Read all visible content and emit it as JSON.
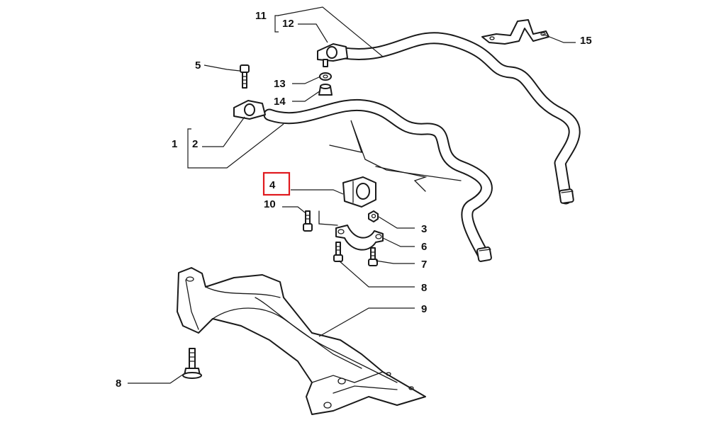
{
  "callouts": {
    "c1": "1",
    "c2": "2",
    "c3": "3",
    "c4": "4",
    "c5": "5",
    "c6": "6",
    "c7": "7",
    "c8a": "8",
    "c8b": "8",
    "c9": "9",
    "c10": "10",
    "c11": "11",
    "c12": "12",
    "c13": "13",
    "c14": "14",
    "c15": "15"
  },
  "highlight": {
    "callout": "4",
    "color": "#e0191e"
  },
  "icons": [
    "stabilizer-bar-icon",
    "bush-icon",
    "bracket-icon",
    "bolt-icon",
    "nut-icon",
    "crossmember-icon"
  ]
}
